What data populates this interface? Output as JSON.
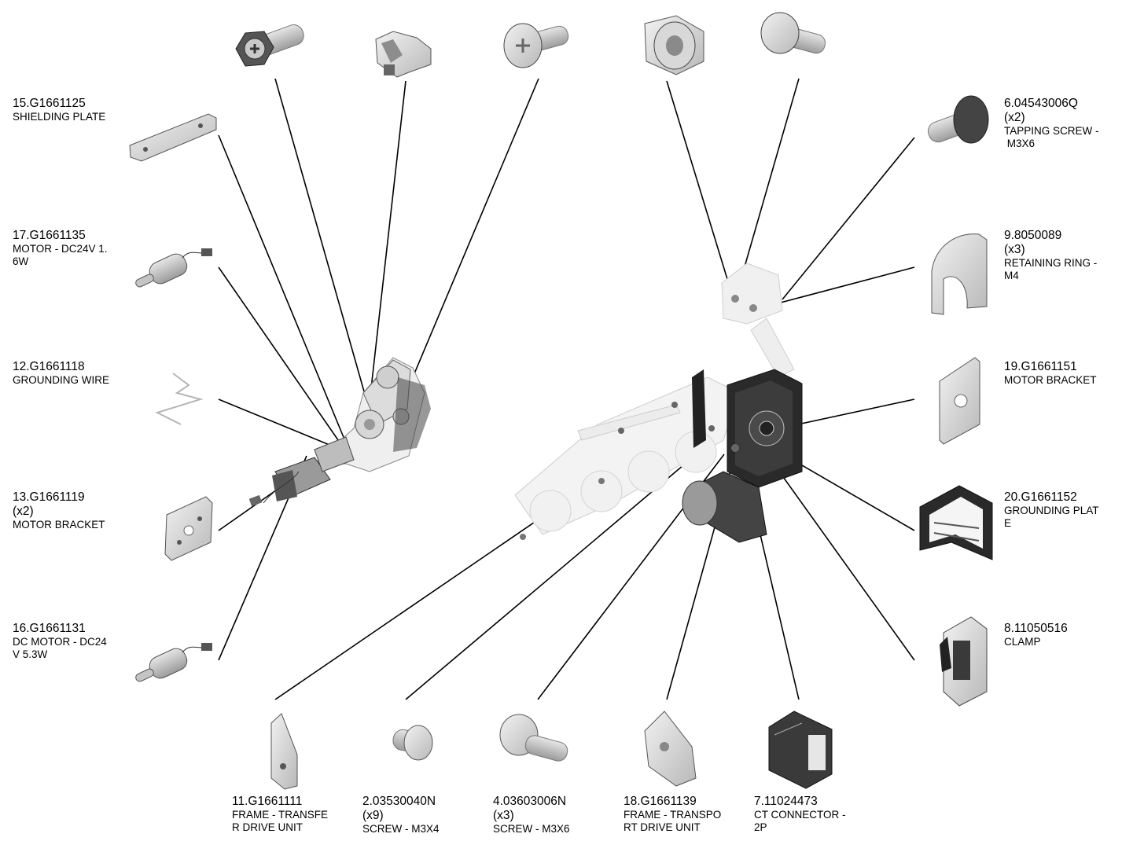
{
  "parts": [
    {
      "id": "p15",
      "number": "15.G1661125",
      "qty": "",
      "desc": "SHIELDING PLATE"
    },
    {
      "id": "p17",
      "number": "17.G1661135",
      "qty": "",
      "desc": "MOTOR - DC24V 1.\n6W"
    },
    {
      "id": "p12",
      "number": "12.G1661118",
      "qty": "",
      "desc": "GROUNDING WIRE"
    },
    {
      "id": "p13",
      "number": "13.G1661119",
      "qty": "(x2)",
      "desc": "MOTOR BRACKET"
    },
    {
      "id": "p16",
      "number": "16.G1661131",
      "qty": "",
      "desc": "DC MOTOR - DC24\nV 5.3W"
    },
    {
      "id": "p6",
      "number": "6.04543006Q",
      "qty": "(x2)",
      "desc": "TAPPING SCREW -\n M3X6"
    },
    {
      "id": "p9",
      "number": "9.8050089",
      "qty": "(x3)",
      "desc": "RETAINING RING -\nM4"
    },
    {
      "id": "p19",
      "number": "19.G1661151",
      "qty": "",
      "desc": "MOTOR BRACKET"
    },
    {
      "id": "p20",
      "number": "20.G1661152",
      "qty": "",
      "desc": "GROUNDING PLAT\nE"
    },
    {
      "id": "p8",
      "number": "8.11050516",
      "qty": "",
      "desc": "CLAMP"
    },
    {
      "id": "p11",
      "number": "11.G1661111",
      "qty": "",
      "desc": "FRAME - TRANSFE\nR DRIVE UNIT"
    },
    {
      "id": "p2",
      "number": "2.03530040N",
      "qty": "(x9)",
      "desc": "SCREW - M3X4"
    },
    {
      "id": "p4",
      "number": "4.03603006N",
      "qty": "(x3)",
      "desc": "SCREW - M3X6"
    },
    {
      "id": "p18",
      "number": "18.G1661139",
      "qty": "",
      "desc": "FRAME - TRANSPO\nRT DRIVE UNIT"
    },
    {
      "id": "p7",
      "number": "7.11024473",
      "qty": "",
      "desc": "CT CONNECTOR -\n2P"
    }
  ],
  "colors": {
    "line": "#000000",
    "part_fill": "#d9d9d9",
    "part_dark": "#1e1e1e",
    "ghost": "#e9e9e9"
  }
}
